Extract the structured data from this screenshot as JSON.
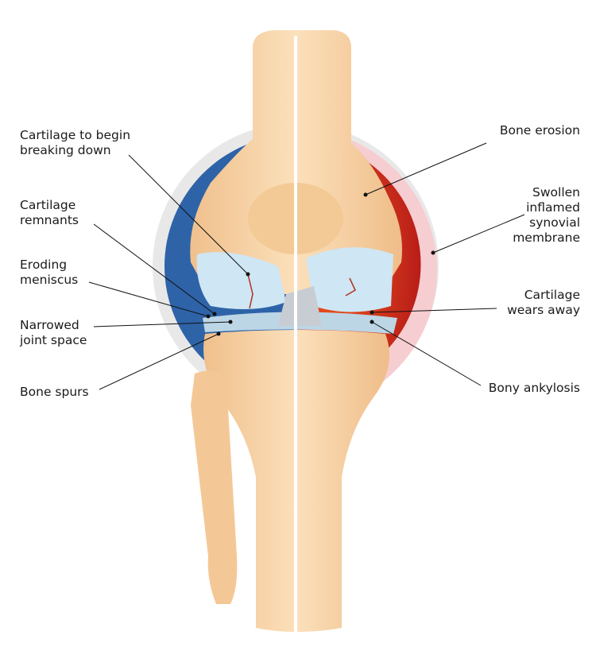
{
  "labels_left": [
    {
      "text": "Cartilage to begin\nbreaking down"
    },
    {
      "text": "Cartilage\nremnants"
    },
    {
      "text": "Eroding\nmeniscus"
    },
    {
      "text": "Narrowed\njoint space"
    },
    {
      "text": "Bone spurs"
    }
  ],
  "labels_right": [
    {
      "text": "Bone erosion"
    },
    {
      "text": "Swollen\ninflamed\nsynovial\nmembrane"
    },
    {
      "text": "Cartilage\nwears away"
    },
    {
      "text": "Bony ankylosis"
    }
  ],
  "colors": {
    "bone": "#f6cf9e",
    "healthy_membrane": "#2e63a8",
    "inflamed_membrane": "#d8261c",
    "cartilage": "#cfe6f4"
  }
}
